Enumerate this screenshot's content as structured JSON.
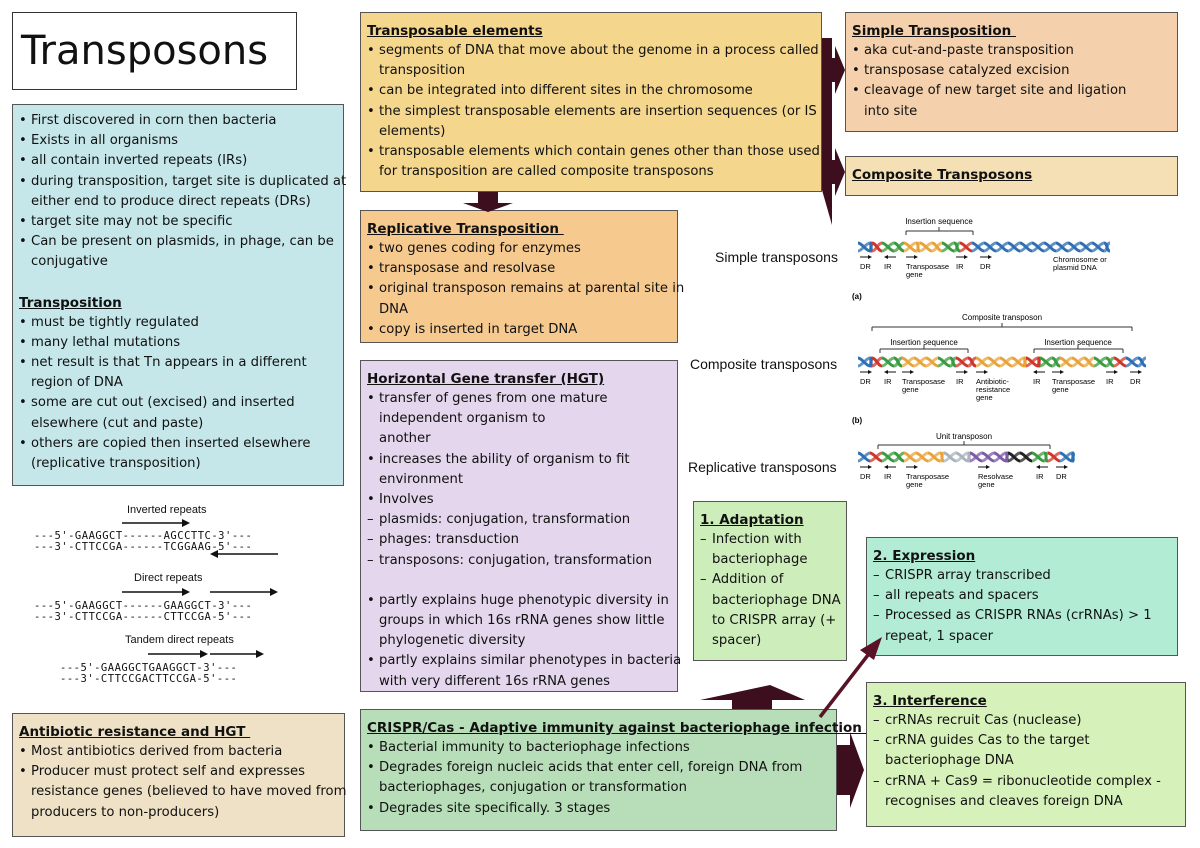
{
  "title": "Transposons",
  "intro": {
    "items": [
      "First discovered in corn then bacteria",
      "Exists in all organisms",
      "all contain inverted repeats (IRs)",
      "during transposition, target site is duplicated at\neither end to produce direct repeats (DRs)",
      "target site may not be specific",
      "Can be present on plasmids, in phage, can be\nconjugative"
    ],
    "transposition_heading": "Transposition",
    "transposition_items": [
      "must be tightly regulated",
      "many lethal mutations",
      "net result is that Tn appears in a different\nregion of DNA",
      "some are cut out (excised) and inserted\nelsewhere (cut and paste)",
      "others are copied then inserted elsewhere\n(replicative transposition)"
    ]
  },
  "transposable": {
    "heading": "Transposable elements",
    "items": [
      "segments of DNA that move about the genome in a process called\ntransposition",
      "can be integrated into different sites in the chromosome",
      "the simplest transposable elements are insertion sequences (or IS\nelements)",
      "transposable elements which contain genes other than those used\nfor transposition are called composite transposons"
    ]
  },
  "simple": {
    "heading": "Simple Transposition ",
    "items": [
      "aka cut-and-paste transposition",
      "transposase catalyzed excision",
      "cleavage of new target site and ligation\ninto site"
    ]
  },
  "composite": {
    "heading": "Composite Transposons"
  },
  "replicative": {
    "heading": "Replicative Transposition ",
    "items": [
      "two genes coding for enzymes",
      "transposase and resolvase",
      "original transposon remains at parental site in\nDNA",
      "copy is inserted in target DNA"
    ]
  },
  "hgt": {
    "heading": "Horizontal Gene transfer (HGT)",
    "items": [
      {
        "t": "transfer of genes from one mature\nindependent organism to\nanother",
        "s": "dot"
      },
      {
        "t": "increases the ability of organism to fit\nenvironment",
        "s": "dot"
      },
      {
        "t": "Involves",
        "s": "dot"
      },
      {
        "t": "plasmids: conjugation, transformation",
        "s": "dash"
      },
      {
        "t": "phages: transduction",
        "s": "dash"
      },
      {
        "t": "transposons: conjugation, transformation",
        "s": "dash"
      },
      {
        "t": "",
        "s": "gap"
      },
      {
        "t": "partly explains huge phenotypic diversity in\ngroups in which 16s rRNA genes show little\nphylogenetic diversity",
        "s": "dot"
      },
      {
        "t": "partly explains similar phenotypes in bacteria\nwith very different 16s rRNA genes",
        "s": "dot"
      }
    ]
  },
  "adaptation": {
    "heading": "1. Adaptation",
    "items": [
      "Infection with\nbacteriophage",
      "Addition of\nbacteriophage DNA\nto CRISPR array (+\nspacer)"
    ]
  },
  "expression": {
    "heading": "2. Expression",
    "items": [
      "CRISPR array transcribed",
      "all repeats and spacers",
      "Processed as CRISPR RNAs (crRNAs) > 1\nrepeat, 1 spacer"
    ]
  },
  "interference": {
    "heading": "3. Interference",
    "items": [
      "crRNAs recruit Cas (nuclease)",
      "crRNA guides Cas to the target\nbacteriophage DNA",
      "crRNA + Cas9 = ribonucleotide complex -\nrecognises and cleaves foreign DNA"
    ]
  },
  "crispr": {
    "heading": "CRISPR/Cas - Adaptive immunity against bacteriophage infection ",
    "items": [
      "Bacterial immunity to bacteriophage infections",
      "Degrades foreign nucleic acids that enter cell, foreign DNA from\nbacteriophages, conjugation or transformation",
      "Degrades site specifically. 3 stages"
    ]
  },
  "antibiotic": {
    "heading": "Antibiotic resistance and HGT ",
    "items": [
      "Most antibiotics derived from bacteria",
      "Producer must protect self and expresses\nresistance genes (believed to have moved from\nproducers to non-producers)"
    ]
  },
  "repeats": {
    "inverted_caption": "Inverted repeats",
    "inverted_top": "---5'-GAAGGCT------AGCCTTC-3'---",
    "inverted_bottom": "---3'-CTTCCGA------TCGGAAG-5'---",
    "direct_caption": "Direct repeats",
    "direct_top": "---5'-GAAGGCT------GAAGGCT-3'---",
    "direct_bottom": "---3'-CTTCCGA------CTTCCGA-5'---",
    "tandem_caption": "Tandem direct repeats",
    "tandem_top": "---5'-GAAGGCTGAAGGCT-3'---",
    "tandem_bottom": "---3'-CTTCCGACTTCCGA-5'---"
  },
  "diagrams": {
    "simple_label": "Simple transposons",
    "composite_label": "Composite transposons",
    "replicative_label": "Replicative transposons",
    "a": {
      "panel": "(a)",
      "bracket": "Insertion sequence",
      "labels": [
        "DR",
        "IR",
        "Transposase\ngene",
        "IR",
        "DR",
        "Chromosome or\nplasmid DNA"
      ]
    },
    "b": {
      "panel": "(b)",
      "bracket_outer": "Composite transposon",
      "bracket_left": "Insertion sequence",
      "bracket_right": "Insertion sequence",
      "labels": [
        "DR",
        "IR",
        "Transposase\ngene",
        "IR",
        "Antibiotic-\nresistance\ngene",
        "IR",
        "Transposase\ngene",
        "IR",
        "DR"
      ]
    },
    "c": {
      "bracket": "Unit transposon",
      "labels": [
        "DR",
        "IR",
        "Transposase\ngene",
        "Resolvase\ngene",
        "IR",
        "DR"
      ]
    }
  },
  "colors": {
    "intro_bg": "#c5e7ea",
    "transposable_bg": "#f4d68c",
    "simple_bg": "#f4d0ac",
    "composite_bg": "#f5dfb4",
    "replicative_bg": "#f6c98f",
    "hgt_bg": "#e4d6ed",
    "adaptation_bg": "#cdeebb",
    "expression_bg": "#b2ecd5",
    "interference_bg": "#d7f1ba",
    "crispr_bg": "#b7deb9",
    "antibiotic_bg": "#efe1c6",
    "arrow": "#3d0f1e"
  }
}
